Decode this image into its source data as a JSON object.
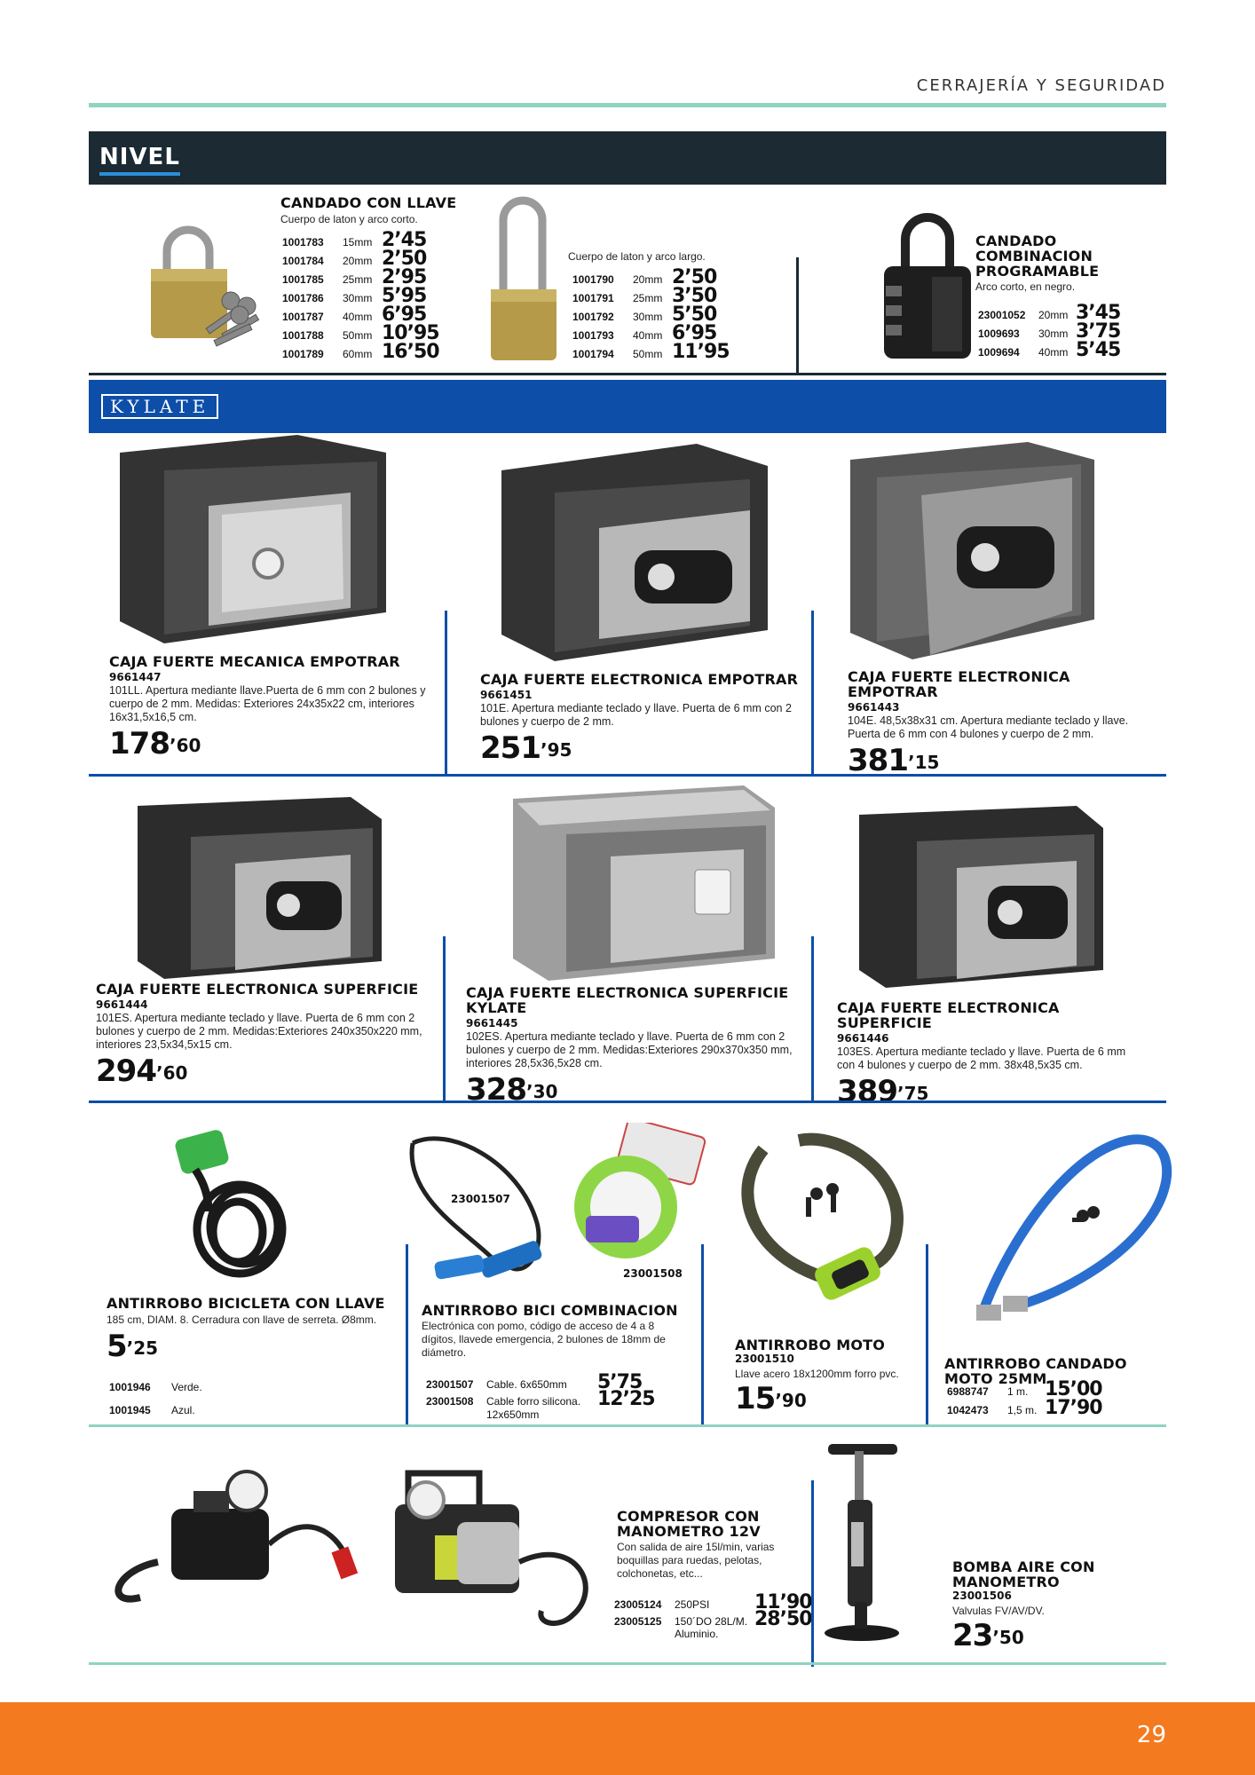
{
  "header": {
    "section": "CERRAJERÍA Y SEGURIDAD"
  },
  "brands": {
    "nivel": "NIVEL",
    "kylate": "KYLATE"
  },
  "padlock_key": {
    "title": "CANDADO CON LLAVE",
    "desc": "Cuerpo de laton y arco corto.",
    "rows": [
      {
        "code": "1001783",
        "size": "15mm",
        "price": "2’45"
      },
      {
        "code": "1001784",
        "size": "20mm",
        "price": "2’50"
      },
      {
        "code": "1001785",
        "size": "25mm",
        "price": "2’95"
      },
      {
        "code": "1001786",
        "size": "30mm",
        "price": "5’95"
      },
      {
        "code": "1001787",
        "size": "40mm",
        "price": "6’95"
      },
      {
        "code": "1001788",
        "size": "50mm",
        "price": "10’95"
      },
      {
        "code": "1001789",
        "size": "60mm",
        "price": "16’50"
      }
    ]
  },
  "padlock_long": {
    "desc": "Cuerpo de laton y arco largo.",
    "rows": [
      {
        "code": "1001790",
        "size": "20mm",
        "price": "2’50"
      },
      {
        "code": "1001791",
        "size": "25mm",
        "price": "3’50"
      },
      {
        "code": "1001792",
        "size": "30mm",
        "price": "5’50"
      },
      {
        "code": "1001793",
        "size": "40mm",
        "price": "6’95"
      },
      {
        "code": "1001794",
        "size": "50mm",
        "price": "11’95"
      }
    ]
  },
  "padlock_combo": {
    "title1": "CANDADO",
    "title2": "COMBINACION",
    "title3": "PROGRAMABLE",
    "desc": "Arco corto, en negro.",
    "rows": [
      {
        "code": "23001052",
        "size": "20mm",
        "price": "3’45"
      },
      {
        "code": "1009693",
        "size": "30mm",
        "price": "3’75"
      },
      {
        "code": "1009694",
        "size": "40mm",
        "price": "5’45"
      }
    ]
  },
  "safes": [
    {
      "title": "CAJA FUERTE MECANICA EMPOTRAR",
      "code": "9661447",
      "desc": "101LL. Apertura mediante llave.Puerta de 6 mm con 2 bulones y cuerpo de 2 mm. Medidas: Exteriores 24x35x22 cm, interiores 16x31,5x16,5 cm.",
      "price_int": "178",
      "price_dec": "’60"
    },
    {
      "title": "CAJA FUERTE ELECTRONICA EMPOTRAR",
      "code": "9661451",
      "desc": "101E. Apertura mediante teclado y llave. Puerta de 6 mm con 2 bulones y cuerpo de 2 mm.",
      "price_int": "251",
      "price_dec": "’95"
    },
    {
      "title": "CAJA FUERTE ELECTRONICA EMPOTRAR",
      "code": "9661443",
      "desc": "104E. 48,5x38x31 cm. Apertura mediante teclado y llave. Puerta de 6 mm con 4 bulones y cuerpo de 2 mm.",
      "price_int": "381",
      "price_dec": "’15"
    },
    {
      "title": "CAJA FUERTE ELECTRONICA SUPERFICIE",
      "code": "9661444",
      "desc": "101ES. Apertura mediante teclado y llave. Puerta de 6 mm con 2 bulones y cuerpo de 2 mm. Medidas:Exteriores 240x350x220 mm, interiores 23,5x34,5x15 cm.",
      "price_int": "294",
      "price_dec": "’60"
    },
    {
      "title": "CAJA FUERTE ELECTRONICA SUPERFICIE KYLATE",
      "code": "9661445",
      "desc": "102ES. Apertura mediante teclado y llave. Puerta de 6 mm con 2 bulones y cuerpo de 2 mm. Medidas:Exteriores 290x370x350 mm, interiores 28,5x36,5x28 cm.",
      "price_int": "328",
      "price_dec": "’30"
    },
    {
      "title": "CAJA FUERTE ELECTRONICA SUPERFICIE",
      "code": "9661446",
      "desc": "103ES. Apertura mediante teclado y llave. Puerta de 6 mm con 4 bulones y cuerpo de 2 mm. 38x48,5x35 cm.",
      "price_int": "389",
      "price_dec": "’75"
    }
  ],
  "bike_key": {
    "title": "ANTIRROBO BICICLETA CON LLAVE",
    "desc": "185 cm, DIAM. 8. Cerradura con llave de serreta. Ø8mm.",
    "price_int": "5",
    "price_dec": "’25",
    "rows": [
      {
        "code": "1001946",
        "color": "Verde."
      },
      {
        "code": "1001945",
        "color": "Azul."
      }
    ]
  },
  "bike_combo": {
    "img_label1": "23001507",
    "img_label2": "23001508",
    "title": "ANTIRROBO BICI COMBINACION",
    "desc": "Electrónica con pomo, código de acceso de 4 a 8 dígitos, llavede emergencia, 2 bulones de 18mm de diámetro.",
    "rows": [
      {
        "code": "23001507",
        "desc": "Cable. 6x650mm",
        "price": "5’75"
      },
      {
        "code": "23001508",
        "desc": "Cable forro silicona.",
        "desc2": "12x650mm",
        "price": "12’25"
      }
    ]
  },
  "moto": {
    "title": "ANTIRROBO MOTO",
    "code": "23001510",
    "desc": "Llave acero 18x1200mm forro pvc.",
    "price_int": "15",
    "price_dec": "’90"
  },
  "moto25": {
    "title": "ANTIRROBO CANDADO MOTO 25MM",
    "rows": [
      {
        "code": "6988747",
        "len": "1 m.",
        "price": "15’00"
      },
      {
        "code": "1042473",
        "len": "1,5 m.",
        "price": "17’90"
      }
    ]
  },
  "compressor": {
    "title1": "COMPRESOR CON",
    "title2": "MANOMETRO 12V",
    "desc": "Con salida de aire 15l/min, varias boquillas para ruedas, pelotas, colchonetas, etc...",
    "rows": [
      {
        "code": "23005124",
        "desc": "250PSI",
        "price": "11’90"
      },
      {
        "code": "23005125",
        "desc": "150´DO 28L/M.",
        "desc2": "Aluminio.",
        "price": "28’50"
      }
    ]
  },
  "pump": {
    "title": "BOMBA AIRE CON MANOMETRO",
    "code": "23001506",
    "desc": "Valvulas FV/AV/DV.",
    "price_int": "23",
    "price_dec": "’50"
  },
  "footer": {
    "page": "29"
  }
}
